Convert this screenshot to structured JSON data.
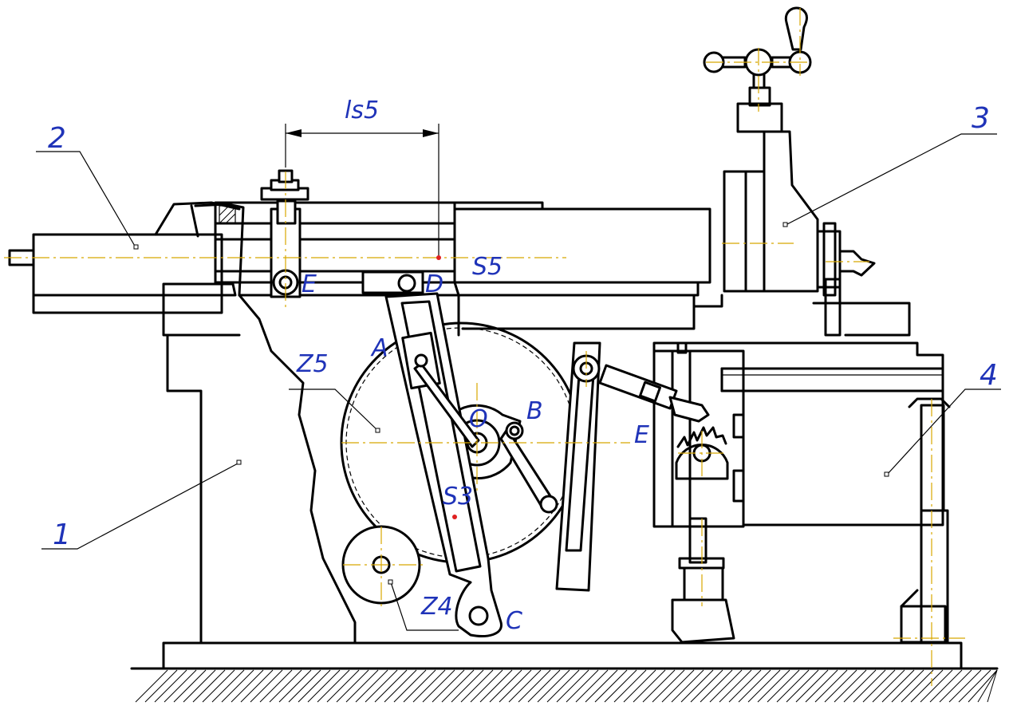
{
  "labels": {
    "part_1": "1",
    "part_2": "2",
    "part_3": "3",
    "part_4": "4",
    "dim_ls5": "ls5",
    "point_S5": "S5",
    "point_S3": "S3",
    "point_E_top": "E",
    "point_D": "D",
    "point_A": "A",
    "point_B": "B",
    "point_O": "O",
    "point_E_right": "E",
    "point_C": "C",
    "gear_Z5": "Z5",
    "gear_Z4": "Z4"
  },
  "colors": {
    "outline": "#000000",
    "label": "#1f33b8",
    "axis": "#d8a800",
    "mass_center": "#e02020"
  }
}
